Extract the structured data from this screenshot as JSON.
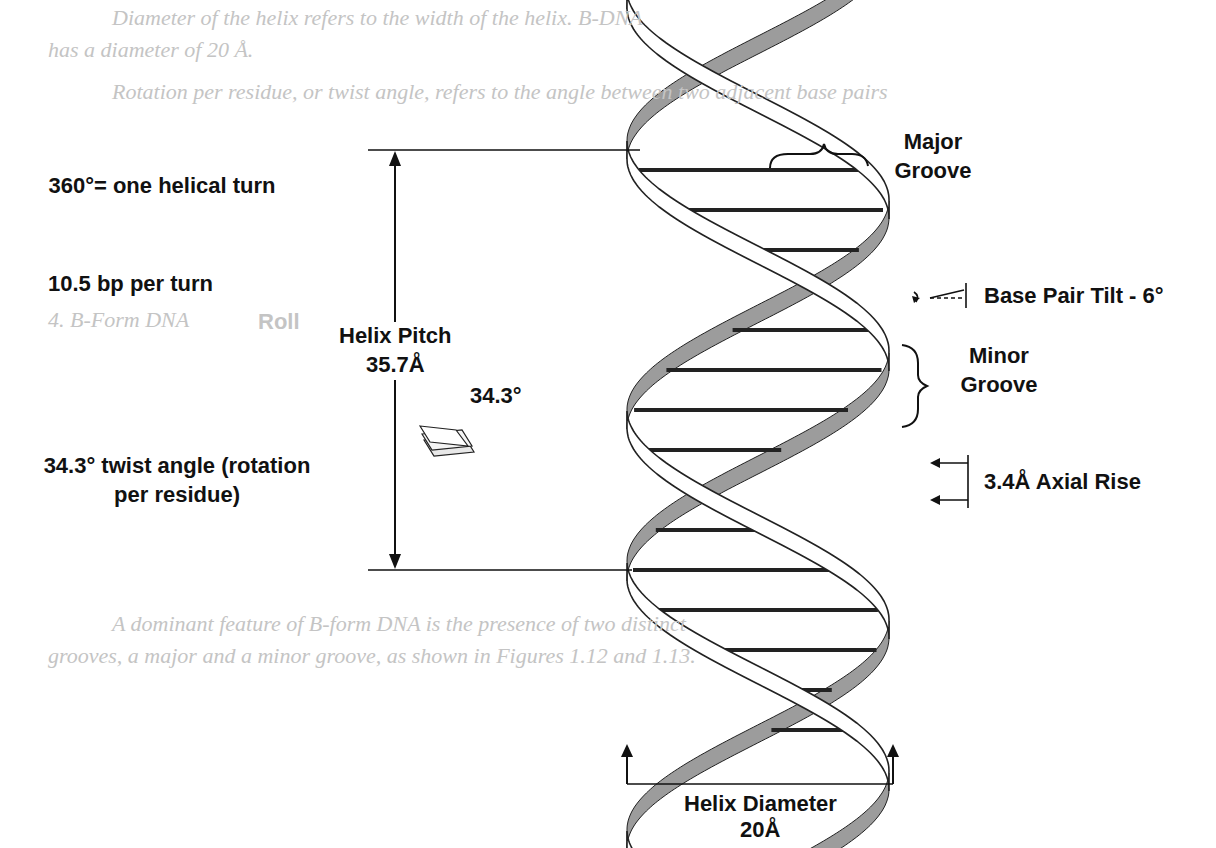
{
  "diagram": {
    "labels": [
      "Diameter of the helix refers to the width of the helix. B-DNA",
      "has a diameter of 20 Å.",
      "Rotation per residue, or twist angle, refers to the angle between two adjacent base pairs",
      "Major Groove",
      "360°= one helical turn",
      "10.5 bp per turn",
      "Base Pair Tilt - 6°",
      "4. B-Form DNA",
      "Roll",
      "Helix Pitch",
      "35.7Å",
      "Minor Groove",
      "34.3°",
      "34.3° twist angle (rotation per residue)",
      "3.4Å Axial Rise",
      "A dominant feature of B-form DNA is the presence of two distinct",
      "grooves, a major and a minor groove, as shown in Figures 1.12 and 1.13.",
      "Helix Diameter",
      "20Å"
    ]
  }
}
